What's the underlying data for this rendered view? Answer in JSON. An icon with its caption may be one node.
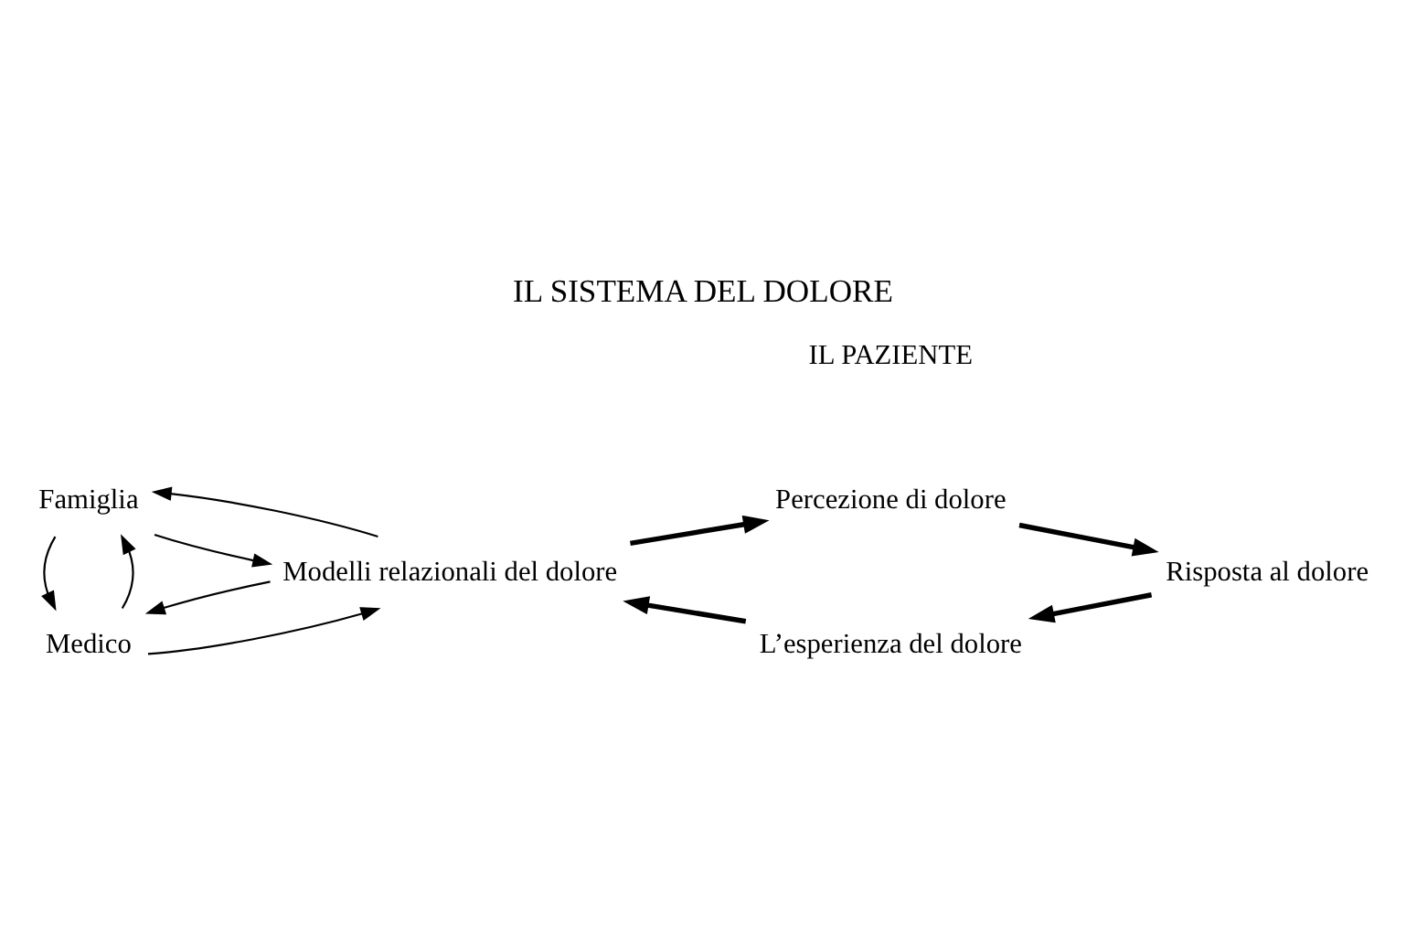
{
  "diagram": {
    "title": "IL SISTEMA DEL DOLORE",
    "nodes": [
      {
        "text": [
          "Medico"
        ]
      },
      {
        "text": [
          "Famiglia"
        ]
      },
      {
        "text": [
          "Modelli relazionali del dolore"
        ]
      },
      {
        "text": [
          "Percezione di dolore"
        ]
      },
      {
        "text": [
          "Risposta al dolore"
        ]
      },
      {
        "text": [
          "L’esperienza del dolore"
        ]
      }
    ],
    "edges": [
      {
        "from": 0,
        "to": 1,
        "arrow": "to"
      },
      {
        "from": 1,
        "to": 0,
        "arrow": "to"
      },
      {
        "from": 0,
        "to": 2,
        "arrow": "to"
      },
      {
        "from": 2,
        "to": 0,
        "arrow": "to"
      },
      {
        "from": 1,
        "to": 2,
        "arrow": "to"
      },
      {
        "from": 2,
        "to": 1,
        "arrow": "to"
      },
      {
        "from": 2,
        "to": 3,
        "arrow": "to",
        "style": "thick"
      },
      {
        "from": 3,
        "to": 4,
        "arrow": "to",
        "style": "thick"
      },
      {
        "from": 4,
        "to": 5,
        "arrow": "to",
        "style": "thick"
      },
      {
        "from": 5,
        "to": 2,
        "arrow": "to",
        "style": "thick"
      }
    ],
    "labels": [
      "IL PAZIENTE"
    ]
  }
}
